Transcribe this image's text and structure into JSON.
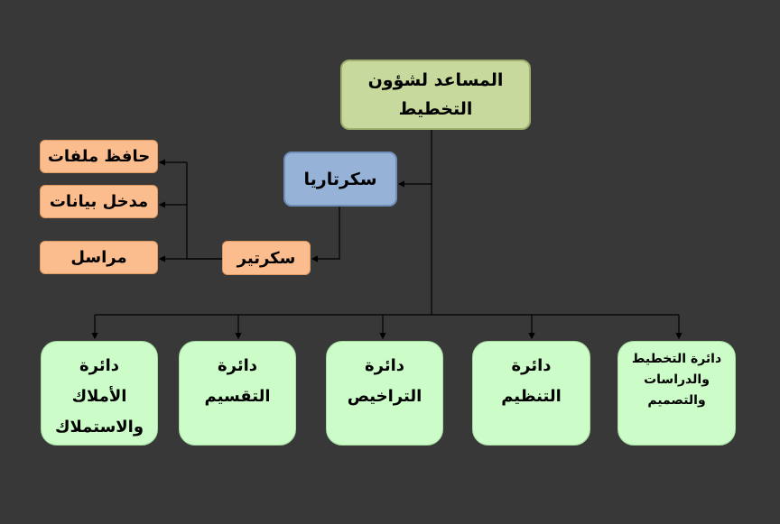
{
  "org_chart": {
    "root": {
      "lines": [
        "المساعد لشؤون",
        "التخطيط"
      ]
    },
    "secretariat": {
      "label": "سكرتاريا"
    },
    "secretary": {
      "label": "سكرتير"
    },
    "staff": [
      {
        "label": "حافظ ملفات"
      },
      {
        "label": "مدخل بيانات"
      },
      {
        "label": "مراسل"
      }
    ],
    "departments": [
      {
        "lines": [
          "دائرة",
          "الأملاك",
          "والاستملاك"
        ]
      },
      {
        "lines": [
          "دائرة",
          "التقسيم"
        ]
      },
      {
        "lines": [
          "دائرة",
          "التراخيص"
        ]
      },
      {
        "lines": [
          "دائرة",
          "التنظيم"
        ]
      },
      {
        "lines": [
          "دائرة التخطيط",
          "والدراسات",
          "والتصميم"
        ]
      }
    ]
  },
  "colors": {
    "background": "#383838",
    "root_fill": "#c7d99c",
    "secretariat_fill": "#96b3d7",
    "staff_fill": "#fbbd8d",
    "department_fill": "#ccfdc9",
    "connector": "#000000"
  }
}
